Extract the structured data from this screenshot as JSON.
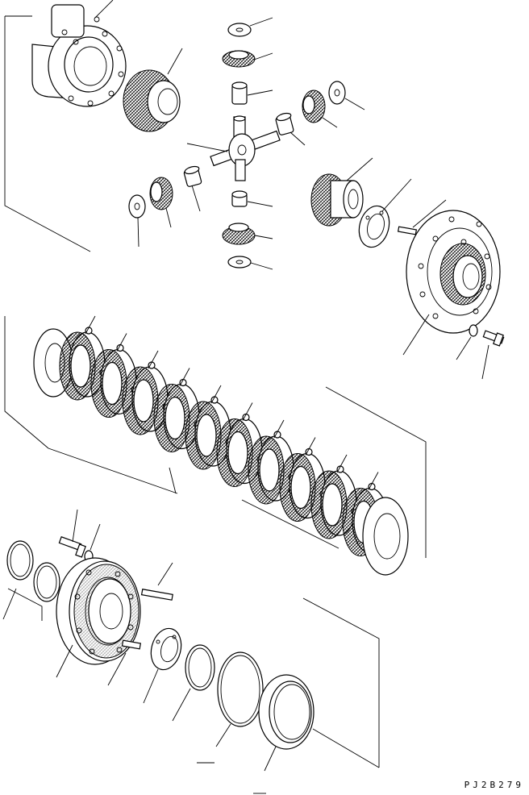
{
  "diagram": {
    "drawing_code": "PJ2B279",
    "parts": [
      "differential-case-half",
      "bevel-gear",
      "spider-cross",
      "pinion-gear",
      "thrust-washer",
      "bushing",
      "side-gear",
      "friction-plate-stack",
      "separator-plate",
      "end-plate",
      "clutch-housing",
      "bolt",
      "washer",
      "dowel-pin",
      "snap-ring",
      "seal-ring",
      "retainer-plate"
    ]
  }
}
